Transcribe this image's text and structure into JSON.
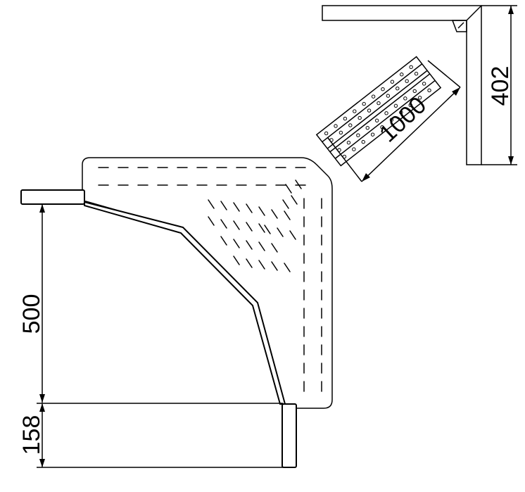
{
  "dimensions": {
    "side_height": "402",
    "tray_length": "1000",
    "branch_width": "500",
    "flange_height": "158"
  },
  "colors": {
    "line": "#000000",
    "background": "#ffffff"
  }
}
